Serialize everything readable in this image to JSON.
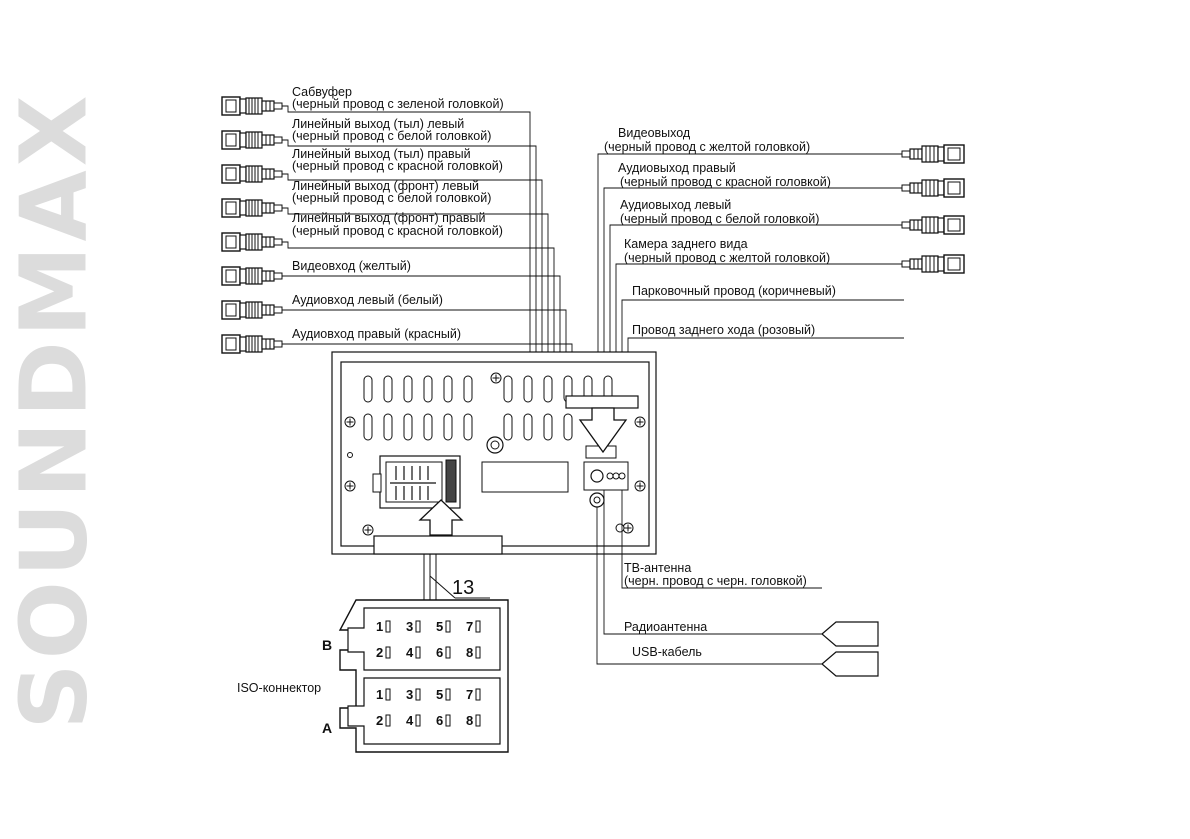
{
  "brand": "SOUNDMAX",
  "left_connectors": [
    {
      "line1": "Сабвуфер",
      "line2": "(черный провод с зеленой головкой)"
    },
    {
      "line1": "Линейный выход (тыл) левый",
      "line2": "(черный провод с белой головкой)"
    },
    {
      "line1": "Линейный выход (тыл) правый",
      "line2": "(черный провод с красной головкой)"
    },
    {
      "line1": "Линейный выход (фронт) левый",
      "line2": "(черный провод с белой головкой)"
    },
    {
      "line1": "Линейный выход (фронт) правый",
      "line2": "(черный провод с красной головкой)"
    },
    {
      "line1": "Видеовход (желтый)",
      "line2": ""
    },
    {
      "line1": "Аудиовход левый (белый)",
      "line2": ""
    },
    {
      "line1": "Аудиовход правый (красный)",
      "line2": ""
    }
  ],
  "right_connectors": [
    {
      "line1": "Видеовыход",
      "line2": "(черный провод с желтой головкой)"
    },
    {
      "line1": "Аудиовыход правый",
      "line2": "(черный провод с красной головкой)"
    },
    {
      "line1": "Аудиовыход левый",
      "line2": "(черный провод с белой головкой)"
    },
    {
      "line1": "Камера заднего вида",
      "line2": "(черный провод с желтой головкой)"
    }
  ],
  "right_wires": [
    "Парковочный провод (коричневый)",
    "Провод заднего хода (розовый)"
  ],
  "bottom_right": {
    "tv_antenna_1": "ТВ-антенна",
    "tv_antenna_2": "(черн. провод с черн. головкой)",
    "radio_antenna": "Радиоантенна",
    "usb_cable": "USB-кабель"
  },
  "harness_number": "13",
  "iso": {
    "label": "ISO-коннектор",
    "block_b": "B",
    "block_a": "A",
    "pins_top": [
      "1",
      "3",
      "5",
      "7"
    ],
    "pins_bottom": [
      "2",
      "4",
      "6",
      "8"
    ]
  },
  "colors": {
    "line": "#111111",
    "brand": "#dcdcdc",
    "background": "#ffffff"
  }
}
